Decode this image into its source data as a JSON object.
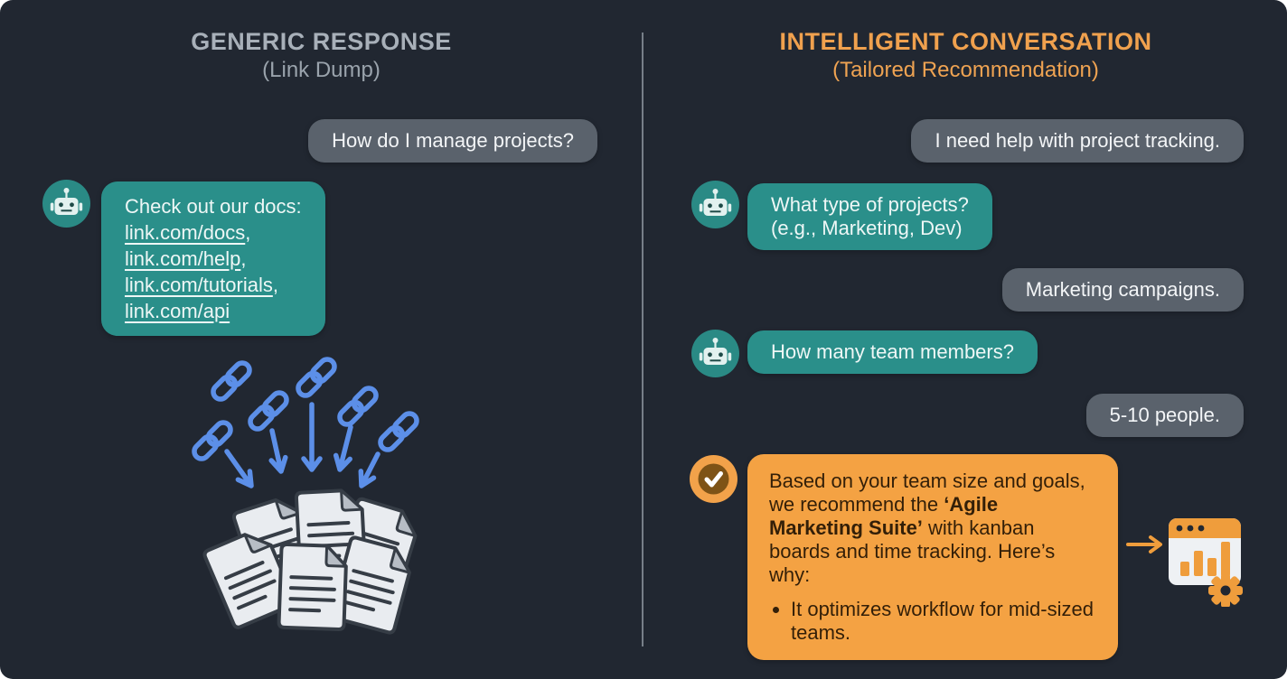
{
  "colors": {
    "background": "#212731",
    "divider": "#949da6",
    "user_bubble": "#5a626c",
    "bot_bubble": "#2a8f8a",
    "accent_orange": "#f4a243",
    "link_blue": "#5c8fe8",
    "title_gray": "#a8b0b9",
    "title_orange": "#f0a14e",
    "recommendation_text": "#331f08",
    "document_fill": "#e9ecf0"
  },
  "icons": {
    "bot_avatar": "robot-icon",
    "success_avatar": "check-icon",
    "chain": "chain-link-icon",
    "down_arrow": "arrow-down-icon",
    "right_arrow": "arrow-right-icon",
    "documents": "document-pile-icon",
    "product": "analytics-window-gear-icon"
  },
  "left_panel": {
    "title": "GENERIC RESPONSE",
    "subtitle": "(Link Dump)",
    "user_message": "How do I manage projects?",
    "bot_intro": "Check out our docs:",
    "links": [
      {
        "label": "link.com/docs",
        "suffix": ","
      },
      {
        "label": "link.com/help",
        "suffix": ","
      },
      {
        "label": "link.com/tutorials",
        "suffix": ","
      },
      {
        "label": "link.com/api",
        "suffix": ""
      }
    ]
  },
  "right_panel": {
    "title": "INTELLIGENT CONVERSATION",
    "subtitle": "(Tailored Recommendation)",
    "user_message_1": "I need help with project tracking.",
    "bot_message_1_line1": "What type of projects?",
    "bot_message_1_line2": "(e.g., Marketing, Dev)",
    "user_message_2": "Marketing campaigns.",
    "bot_message_2": "How many team members?",
    "user_message_3": "5-10 people.",
    "recommendation": {
      "pre": "Based on your team size and goals, we recommend the ",
      "highlight": "‘Agile Marketing Suite’",
      "post": " with kanban boards and time tracking. Here’s why:",
      "bullet": "It optimizes workflow for mid-sized teams."
    }
  }
}
